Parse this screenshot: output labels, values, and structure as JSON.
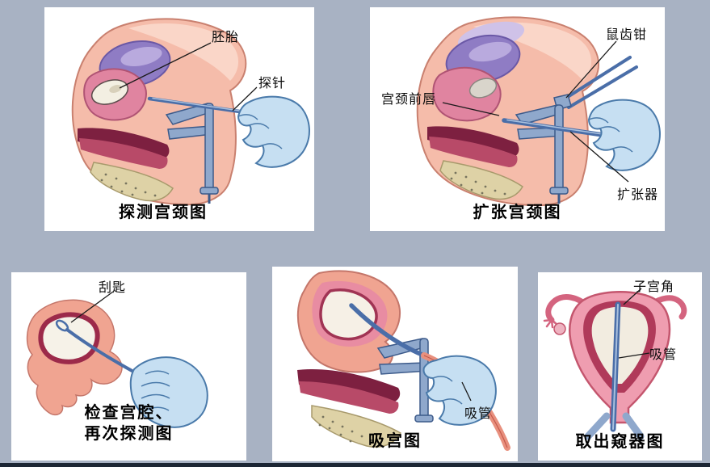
{
  "colors": {
    "background": "#a8b2c3",
    "panel_background": "#ffffff",
    "tissue_salmon": "#f5bcaa",
    "uterus_pink": "#e084a0",
    "bladder_purple": "#8f7cc4",
    "mucosa_dark_red": "#7d2040",
    "bone_tan": "#ded2a6",
    "instrument_blue": "#8fa8cc",
    "instrument_outline": "#3c5a8a",
    "glove_blue": "#c6dff2",
    "label_text": "#111111"
  },
  "panels": {
    "probe": {
      "caption": "探测宫颈图",
      "labels": {
        "embryo": "胚胎",
        "probe": "探针"
      }
    },
    "dilate": {
      "caption": "扩张宫颈图",
      "labels": {
        "forceps": "鼠齿钳",
        "anterior_lip": "宫颈前唇",
        "dilator": "扩张器"
      }
    },
    "curette": {
      "caption_line1": "检查宫腔、",
      "caption_line2": "再次探测图",
      "labels": {
        "curette": "刮匙"
      }
    },
    "suction": {
      "caption": "吸宫图",
      "labels": {
        "tube": "吸管"
      }
    },
    "speculum_removal": {
      "caption": "取出窥器图",
      "labels": {
        "uterine_horn": "子宫角",
        "tube": "吸管"
      }
    }
  }
}
